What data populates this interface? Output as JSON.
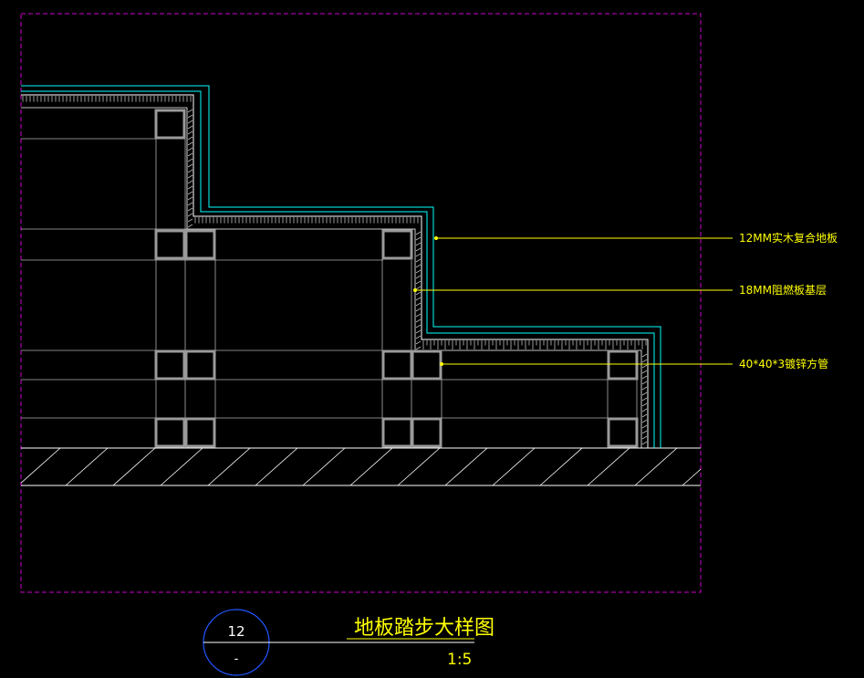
{
  "drawing": {
    "callouts": [
      {
        "id": "floor-finish",
        "text": "12MM实木复合地板"
      },
      {
        "id": "base-layer",
        "text": "18MM阻燃板基层"
      },
      {
        "id": "steel-tube",
        "text": "40*40*3镀锌方管"
      }
    ],
    "title_block": {
      "title": "地板踏步大样图",
      "scale": "1:5",
      "detail_number": "12",
      "sheet_ref": "-"
    },
    "colors": {
      "background": "#000000",
      "frame": "#cc00cc",
      "surface": "#00ffff",
      "leader": "#ffff00",
      "steel": "#9a9a9a",
      "lines": "#c8c8c8",
      "bubble": "#2255ff"
    }
  }
}
